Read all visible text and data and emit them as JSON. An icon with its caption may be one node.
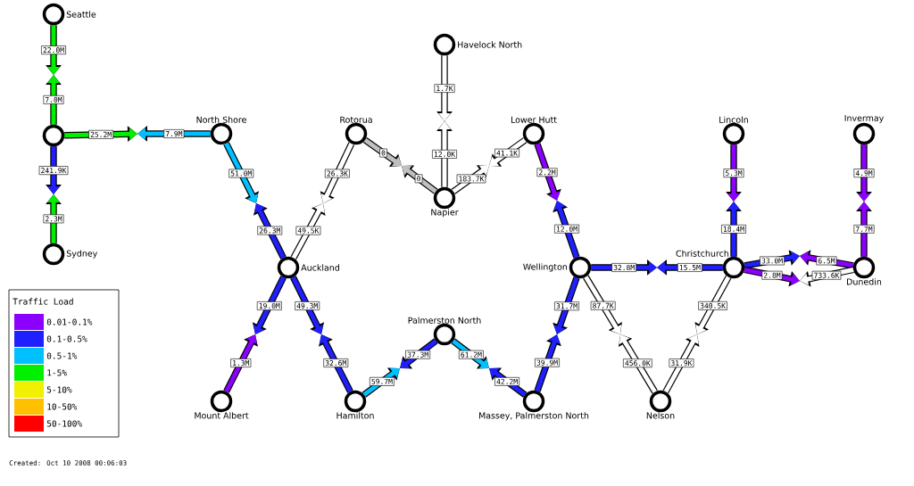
{
  "diagram": {
    "nodes": [
      {
        "text": [
          "Seattle"
        ]
      },
      {
        "text": [],
        "shape": "circle"
      },
      {
        "text": [
          "Sydney"
        ]
      },
      {
        "text": [
          "North Shore"
        ]
      },
      {
        "text": [
          "Rotorua"
        ]
      },
      {
        "text": [
          "Havelock North"
        ]
      },
      {
        "text": [
          "Lower Hutt"
        ]
      },
      {
        "text": [
          "Napier"
        ]
      },
      {
        "text": [
          "Auckland"
        ]
      },
      {
        "text": [
          "Wellington"
        ]
      },
      {
        "text": [
          "Christchurch"
        ]
      },
      {
        "text": [
          "Lincoln"
        ]
      },
      {
        "text": [
          "Invermay"
        ]
      },
      {
        "text": [
          "Dunedin"
        ]
      },
      {
        "text": [
          "Mount Albert"
        ]
      },
      {
        "text": [
          "Hamilton"
        ]
      },
      {
        "text": [
          "Palmerston North"
        ]
      },
      {
        "text": [
          "Massey, Palmerston North"
        ]
      },
      {
        "text": [
          "Nelson"
        ]
      }
    ],
    "edges": [
      {
        "from": 0,
        "to": null,
        "arrow": "to",
        "label": "22.0M",
        "color": "#00f000"
      },
      {
        "from": 1,
        "to": null,
        "arrow": "to",
        "label": "7.0M",
        "color": "#00f000"
      },
      {
        "from": 1,
        "to": null,
        "arrow": "to",
        "label": "25.2M",
        "color": "#00f000"
      },
      {
        "from": 3,
        "to": null,
        "arrow": "to",
        "label": "7.9M",
        "color": "#00c0ff"
      },
      {
        "from": 1,
        "to": null,
        "arrow": "to",
        "label": "241.9K",
        "color": "#2020ff"
      },
      {
        "from": 2,
        "to": null,
        "arrow": "to",
        "label": "2.3M",
        "color": "#00f000"
      },
      {
        "from": 3,
        "to": null,
        "arrow": "to",
        "label": "51.0M",
        "color": "#00c0ff"
      },
      {
        "from": 8,
        "to": null,
        "arrow": "to",
        "label": "26.3M",
        "color": "#2020ff"
      },
      {
        "from": 4,
        "to": null,
        "arrow": "to",
        "label": "26.3K",
        "color": "#ffffff"
      },
      {
        "from": 8,
        "to": null,
        "arrow": "to",
        "label": "49.5K",
        "color": "#ffffff"
      },
      {
        "from": 4,
        "to": null,
        "arrow": "to",
        "label": "0",
        "color": "#c0c0c0"
      },
      {
        "from": 7,
        "to": null,
        "arrow": "to",
        "label": "0",
        "color": "#c0c0c0"
      },
      {
        "from": 5,
        "to": null,
        "arrow": "to",
        "label": "1.7K",
        "color": "#ffffff"
      },
      {
        "from": 7,
        "to": null,
        "arrow": "to",
        "label": "12.0K",
        "color": "#ffffff"
      },
      {
        "from": 6,
        "to": null,
        "arrow": "to",
        "label": "41.1K",
        "color": "#ffffff"
      },
      {
        "from": 7,
        "to": null,
        "arrow": "to",
        "label": "183.7K",
        "color": "#ffffff"
      },
      {
        "from": 6,
        "to": null,
        "arrow": "to",
        "label": "2.2M",
        "color": "#8c00ff"
      },
      {
        "from": 9,
        "to": null,
        "arrow": "to",
        "label": "12.0M",
        "color": "#2020ff"
      },
      {
        "from": 9,
        "to": null,
        "arrow": "to",
        "label": "32.8M",
        "color": "#2020ff"
      },
      {
        "from": 10,
        "to": null,
        "arrow": "to",
        "label": "15.5M",
        "color": "#2020ff"
      },
      {
        "from": 10,
        "to": null,
        "arrow": "to",
        "label": "18.4M",
        "color": "#2020ff"
      },
      {
        "from": 11,
        "to": null,
        "arrow": "to",
        "label": "5.3M",
        "color": "#8c00ff"
      },
      {
        "from": 10,
        "to": null,
        "arrow": "to",
        "label": "33.0M",
        "color": "#2020ff"
      },
      {
        "from": 13,
        "to": null,
        "arrow": "to",
        "label": "6.5M",
        "color": "#8c00ff"
      },
      {
        "from": 10,
        "to": null,
        "arrow": "to",
        "label": "2.8M",
        "color": "#8c00ff"
      },
      {
        "from": 13,
        "to": null,
        "arrow": "to",
        "label": "733.6K",
        "color": "#ffffff"
      },
      {
        "from": 12,
        "to": null,
        "arrow": "to",
        "label": "4.9M",
        "color": "#8c00ff"
      },
      {
        "from": 13,
        "to": null,
        "arrow": "to",
        "label": "7.7M",
        "color": "#8c00ff"
      },
      {
        "from": 8,
        "to": null,
        "arrow": "to",
        "label": "19.0M",
        "color": "#2020ff"
      },
      {
        "from": 14,
        "to": null,
        "arrow": "to",
        "label": "1.3M",
        "color": "#8c00ff"
      },
      {
        "from": 8,
        "to": null,
        "arrow": "to",
        "label": "49.3M",
        "color": "#2020ff"
      },
      {
        "from": 15,
        "to": null,
        "arrow": "to",
        "label": "32.6M",
        "color": "#2020ff"
      },
      {
        "from": 15,
        "to": null,
        "arrow": "to",
        "label": "59.7M",
        "color": "#00c0ff"
      },
      {
        "from": 16,
        "to": null,
        "arrow": "to",
        "label": "37.3M",
        "color": "#2020ff"
      },
      {
        "from": 16,
        "to": null,
        "arrow": "to",
        "label": "61.2M",
        "color": "#00c0ff"
      },
      {
        "from": 17,
        "to": null,
        "arrow": "to",
        "label": "42.2M",
        "color": "#2020ff"
      },
      {
        "from": 9,
        "to": null,
        "arrow": "to",
        "label": "31.7M",
        "color": "#2020ff"
      },
      {
        "from": 17,
        "to": null,
        "arrow": "to",
        "label": "39.9M",
        "color": "#2020ff"
      },
      {
        "from": 9,
        "to": null,
        "arrow": "to",
        "label": "87.7K",
        "color": "#ffffff"
      },
      {
        "from": 18,
        "to": null,
        "arrow": "to",
        "label": "456.0K",
        "color": "#ffffff"
      },
      {
        "from": 10,
        "to": null,
        "arrow": "to",
        "label": "340.5K",
        "color": "#ffffff"
      },
      {
        "from": 18,
        "to": null,
        "arrow": "to",
        "label": "31.9K",
        "color": "#ffffff"
      }
    ],
    "labels": [
      "Traffic Load",
      "Created: Oct 10 2008 00:06:03"
    ],
    "legend": [
      {
        "text": "0.01-0.1%",
        "color": "#8c00ff"
      },
      {
        "text": "0.1-0.5%",
        "color": "#2020ff"
      },
      {
        "text": "0.5-1%",
        "color": "#00c0ff"
      },
      {
        "text": "1-5%",
        "color": "#00f000"
      },
      {
        "text": "5-10%",
        "color": "#f0f000"
      },
      {
        "text": "10-50%",
        "color": "#ffc000"
      },
      {
        "text": "50-100%",
        "color": "#ff0000"
      }
    ]
  }
}
